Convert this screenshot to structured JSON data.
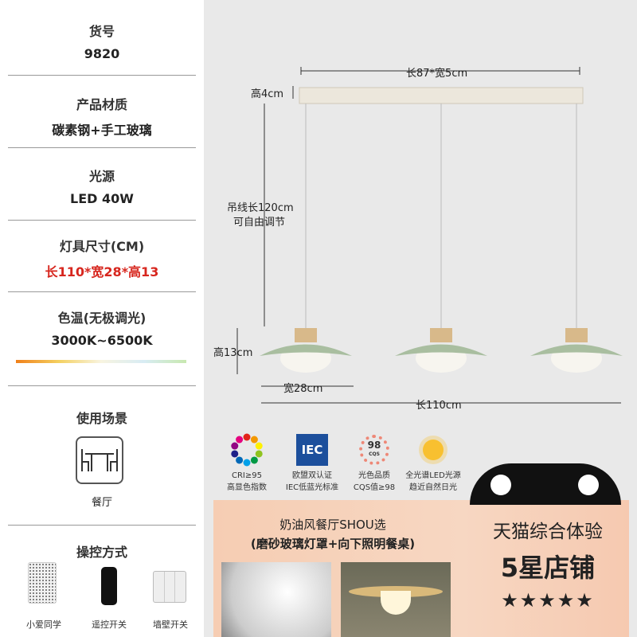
{
  "specs": [
    {
      "label": "货号",
      "value": "9820"
    },
    {
      "label": "产品材质",
      "value": "碳素钢+手工玻璃"
    },
    {
      "label": "光源",
      "value": "LED 40W"
    },
    {
      "label": "灯具尺寸(CM)",
      "value": "长110*宽28*高13"
    },
    {
      "label": "色温(无极调光)",
      "value": "3000K~6500K"
    }
  ],
  "scene": {
    "label": "使用场景",
    "value": "餐厅"
  },
  "control": {
    "label": "操控方式",
    "items": [
      "小爱同学",
      "遥控开关",
      "墙壁开关"
    ]
  },
  "dims": {
    "top_width": "长87*宽5cm",
    "base_height": "高4cm",
    "cable_1": "吊线长120cm",
    "cable_2": "可自由调节",
    "shade_height": "高13cm",
    "shade_width": "宽28cm",
    "total_length": "长110cm"
  },
  "certs": [
    {
      "l1": "CRI≥95",
      "l2": "高显色指数"
    },
    {
      "l1": "欧盟双认证",
      "l2": "IEC低蓝光标准",
      "icon_text": "IEC"
    },
    {
      "l1": "光色品质",
      "l2": "CQS值≥98",
      "icon_text": "98",
      "icon_sub": "CQS"
    },
    {
      "l1": "全光谱LED光源",
      "l2": "趋近自然日光"
    }
  ],
  "banner": {
    "title": "奶油风餐厅SHOU选",
    "subtitle": "(磨砂玻璃灯罩+向下照明餐桌)",
    "store_1": "天猫综合体验",
    "store_2": "5星店铺",
    "stars": "★★★★★"
  },
  "colors": {
    "accent_red": "#d7261e",
    "shade_green": "#a9bea0",
    "wood": "#d8b98a"
  }
}
